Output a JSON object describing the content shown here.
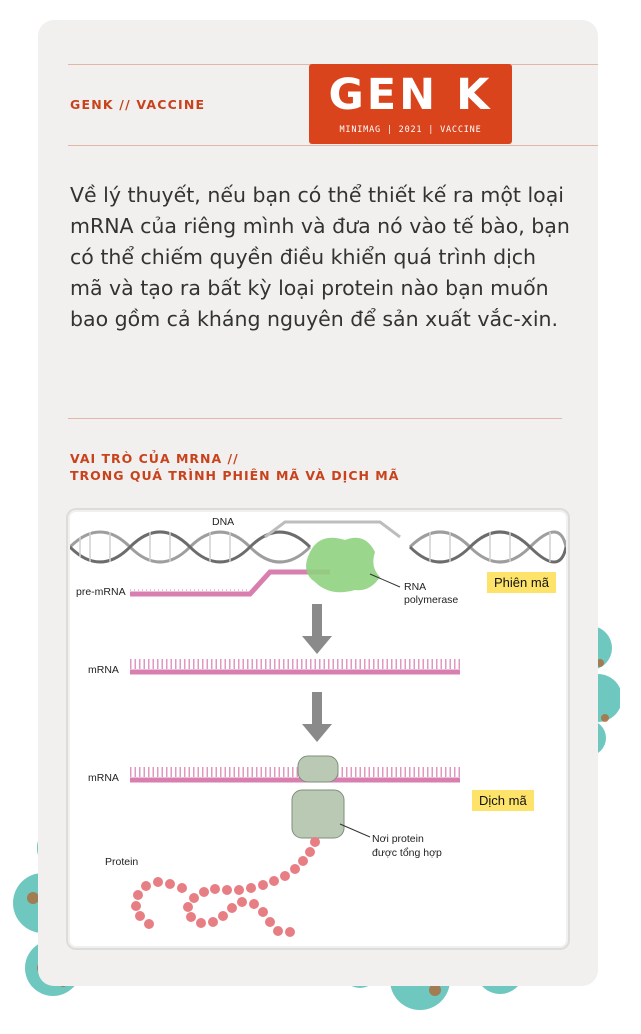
{
  "header": {
    "tag": "GENK // VACCINE",
    "logo_title": "GEN K",
    "logo_subtitle": "MINIMAG | 2021 | VACCINE"
  },
  "body": {
    "paragraph": "Về lý thuyết, nếu bạn có thể thiết kế ra một loại mRNA của riêng mình và đưa nó vào tế bào, bạn có thể chiếm quyền điều khiển quá trình dịch mã và tạo ra bất kỳ loại protein nào bạn muốn bao gồm cả kháng nguyên để sản xuất vắc-xin."
  },
  "section": {
    "title_line1": "VAI TRÒ CỦA MRNA  //",
    "title_line2": "TRONG QUÁ TRÌNH PHIÊN MÃ VÀ DỊCH MÃ"
  },
  "diagram": {
    "dna": "DNA",
    "pre_mrna": "pre-mRNA",
    "rna_polymerase_line1": "RNA",
    "rna_polymerase_line2": "polymerase",
    "mrna_1": "mRNA",
    "mrna_2": "mRNA",
    "protein": "Protein",
    "site_line1": "Nơi protein",
    "site_line2": "được tổng hợp",
    "transcription": "Phiên mã",
    "translation": "Dịch mã"
  },
  "colors": {
    "accent": "#d9441d",
    "accent_text": "#c8421c",
    "badge": "#fde36a",
    "mrna": "#d87fb0",
    "polymerase": "#8fd17f",
    "ribosome": "#b9c9b3",
    "protein": "#e77e84"
  }
}
